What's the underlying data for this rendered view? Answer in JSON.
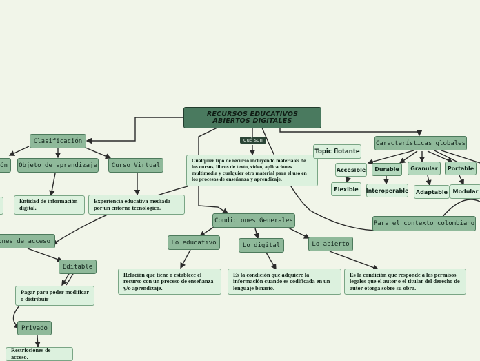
{
  "root": {
    "title": "RECURSOS EDUCATIVOS ABIERTOS DIGITALES"
  },
  "link_label": "qué son",
  "definition": "Cualquier tipo de recurso incluyendo materiales de los cursos, libros de texto, vídeo, aplicaciones multimedia y cualquier otro material para el uso en los procesos de enseñanza y aprendizaje.",
  "floating_topic": "Topic flotante",
  "clasificacion": {
    "label": "Clasificación",
    "left_cut": "ón",
    "objeto": {
      "label": "Objeto de aprendizaje",
      "desc": "Entidad de información digital."
    },
    "curso": {
      "label": "Curso Virtual",
      "desc": "Experiencia educativa mediada por un entorno tecnológico."
    }
  },
  "caracteristicas": {
    "label": "Características globales",
    "items": [
      "Accesible",
      "Durable",
      "Granular",
      "Portable",
      "Flexible",
      "Interoperable",
      "Adaptable",
      "Modular"
    ]
  },
  "contexto": "Para el contexto colombiano",
  "condiciones": {
    "label": "Condiciones Generales",
    "educativo": {
      "label": "Lo educativo",
      "desc": "Relación que tiene o establece el recurso con un proceso de enseñanza y/o aprendizaje."
    },
    "digital": {
      "label": "Lo digital",
      "desc": "Es la condición que adquiere la información cuando es codificada en un lenguaje binario."
    },
    "abierto": {
      "label": "Lo abierto",
      "desc": "Es la condición que responde a los permisos legales que el autor o el titular del derecho de autor otorga sobre su obra."
    }
  },
  "acceso": {
    "label": "ones de acceso",
    "editable": {
      "label": "Editable",
      "desc": "Pagar para poder modificar o distribuir"
    },
    "privado": {
      "label": "Privado",
      "desc": "Restricciones de acceso."
    }
  }
}
